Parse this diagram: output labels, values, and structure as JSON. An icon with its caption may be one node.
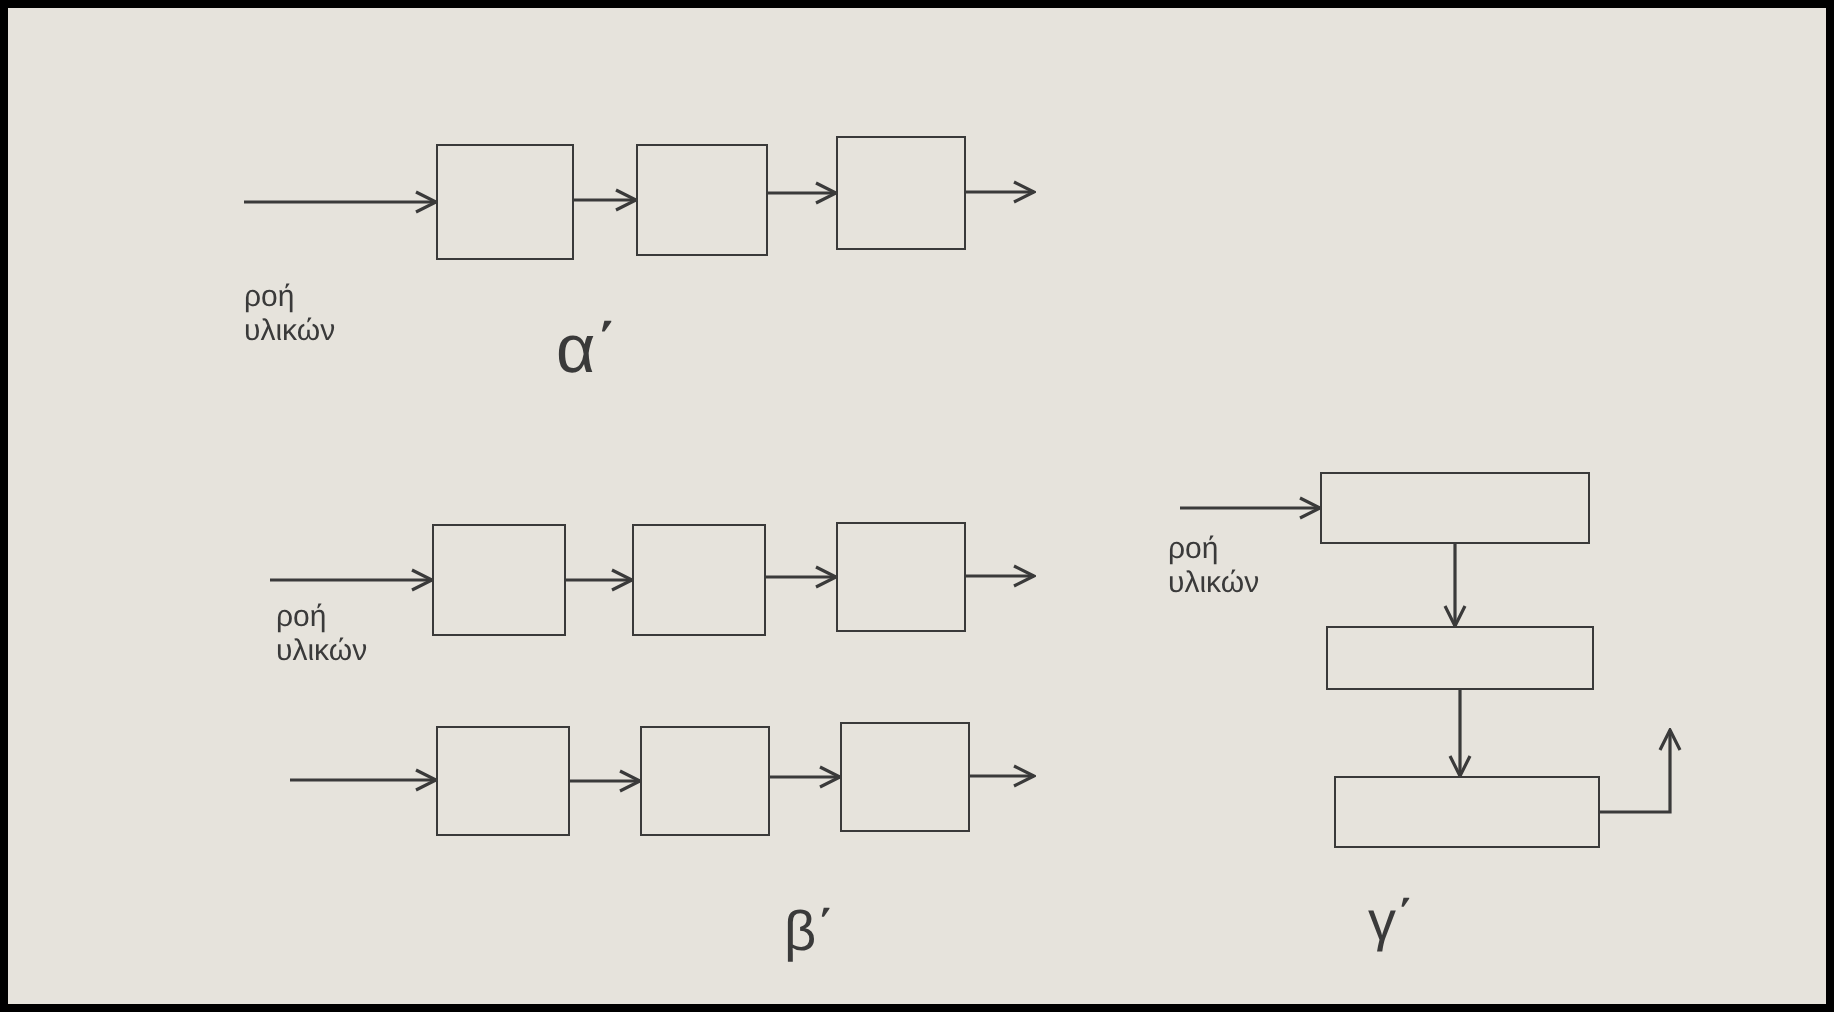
{
  "diagram": {
    "nodes": [
      {
        "text": [],
        "shape": "box"
      },
      {
        "text": [],
        "shape": "box"
      },
      {
        "text": [],
        "shape": "box"
      },
      {
        "text": [],
        "shape": "box"
      },
      {
        "text": [],
        "shape": "box"
      },
      {
        "text": [],
        "shape": "box"
      },
      {
        "text": [],
        "shape": "box"
      },
      {
        "text": [],
        "shape": "box"
      },
      {
        "text": [],
        "shape": "box"
      },
      {
        "text": [],
        "shape": "box"
      },
      {
        "text": [],
        "shape": "box"
      },
      {
        "text": [],
        "shape": "box"
      }
    ],
    "edges": [
      {
        "from": null,
        "to": 0,
        "arrow": "to"
      },
      {
        "from": 0,
        "to": 1,
        "arrow": "to"
      },
      {
        "from": 1,
        "to": 2,
        "arrow": "to"
      },
      {
        "from": 2,
        "to": null,
        "arrow": "to"
      },
      {
        "from": null,
        "to": 3,
        "arrow": "to"
      },
      {
        "from": 3,
        "to": 4,
        "arrow": "to"
      },
      {
        "from": 4,
        "to": 5,
        "arrow": "to"
      },
      {
        "from": 5,
        "to": null,
        "arrow": "to"
      },
      {
        "from": null,
        "to": 6,
        "arrow": "to"
      },
      {
        "from": 6,
        "to": 7,
        "arrow": "to"
      },
      {
        "from": 7,
        "to": 8,
        "arrow": "to"
      },
      {
        "from": 8,
        "to": null,
        "arrow": "to"
      },
      {
        "from": null,
        "to": 9,
        "arrow": "to"
      },
      {
        "from": 9,
        "to": 10,
        "arrow": "to"
      },
      {
        "from": 10,
        "to": 11,
        "arrow": "to"
      },
      {
        "from": 11,
        "to": null,
        "arrow": "to"
      }
    ],
    "labels": [
      "ροή υλικών",
      "α΄",
      "ροή υλικών",
      "ροή υλικών",
      "β΄",
      "γ΄"
    ]
  }
}
